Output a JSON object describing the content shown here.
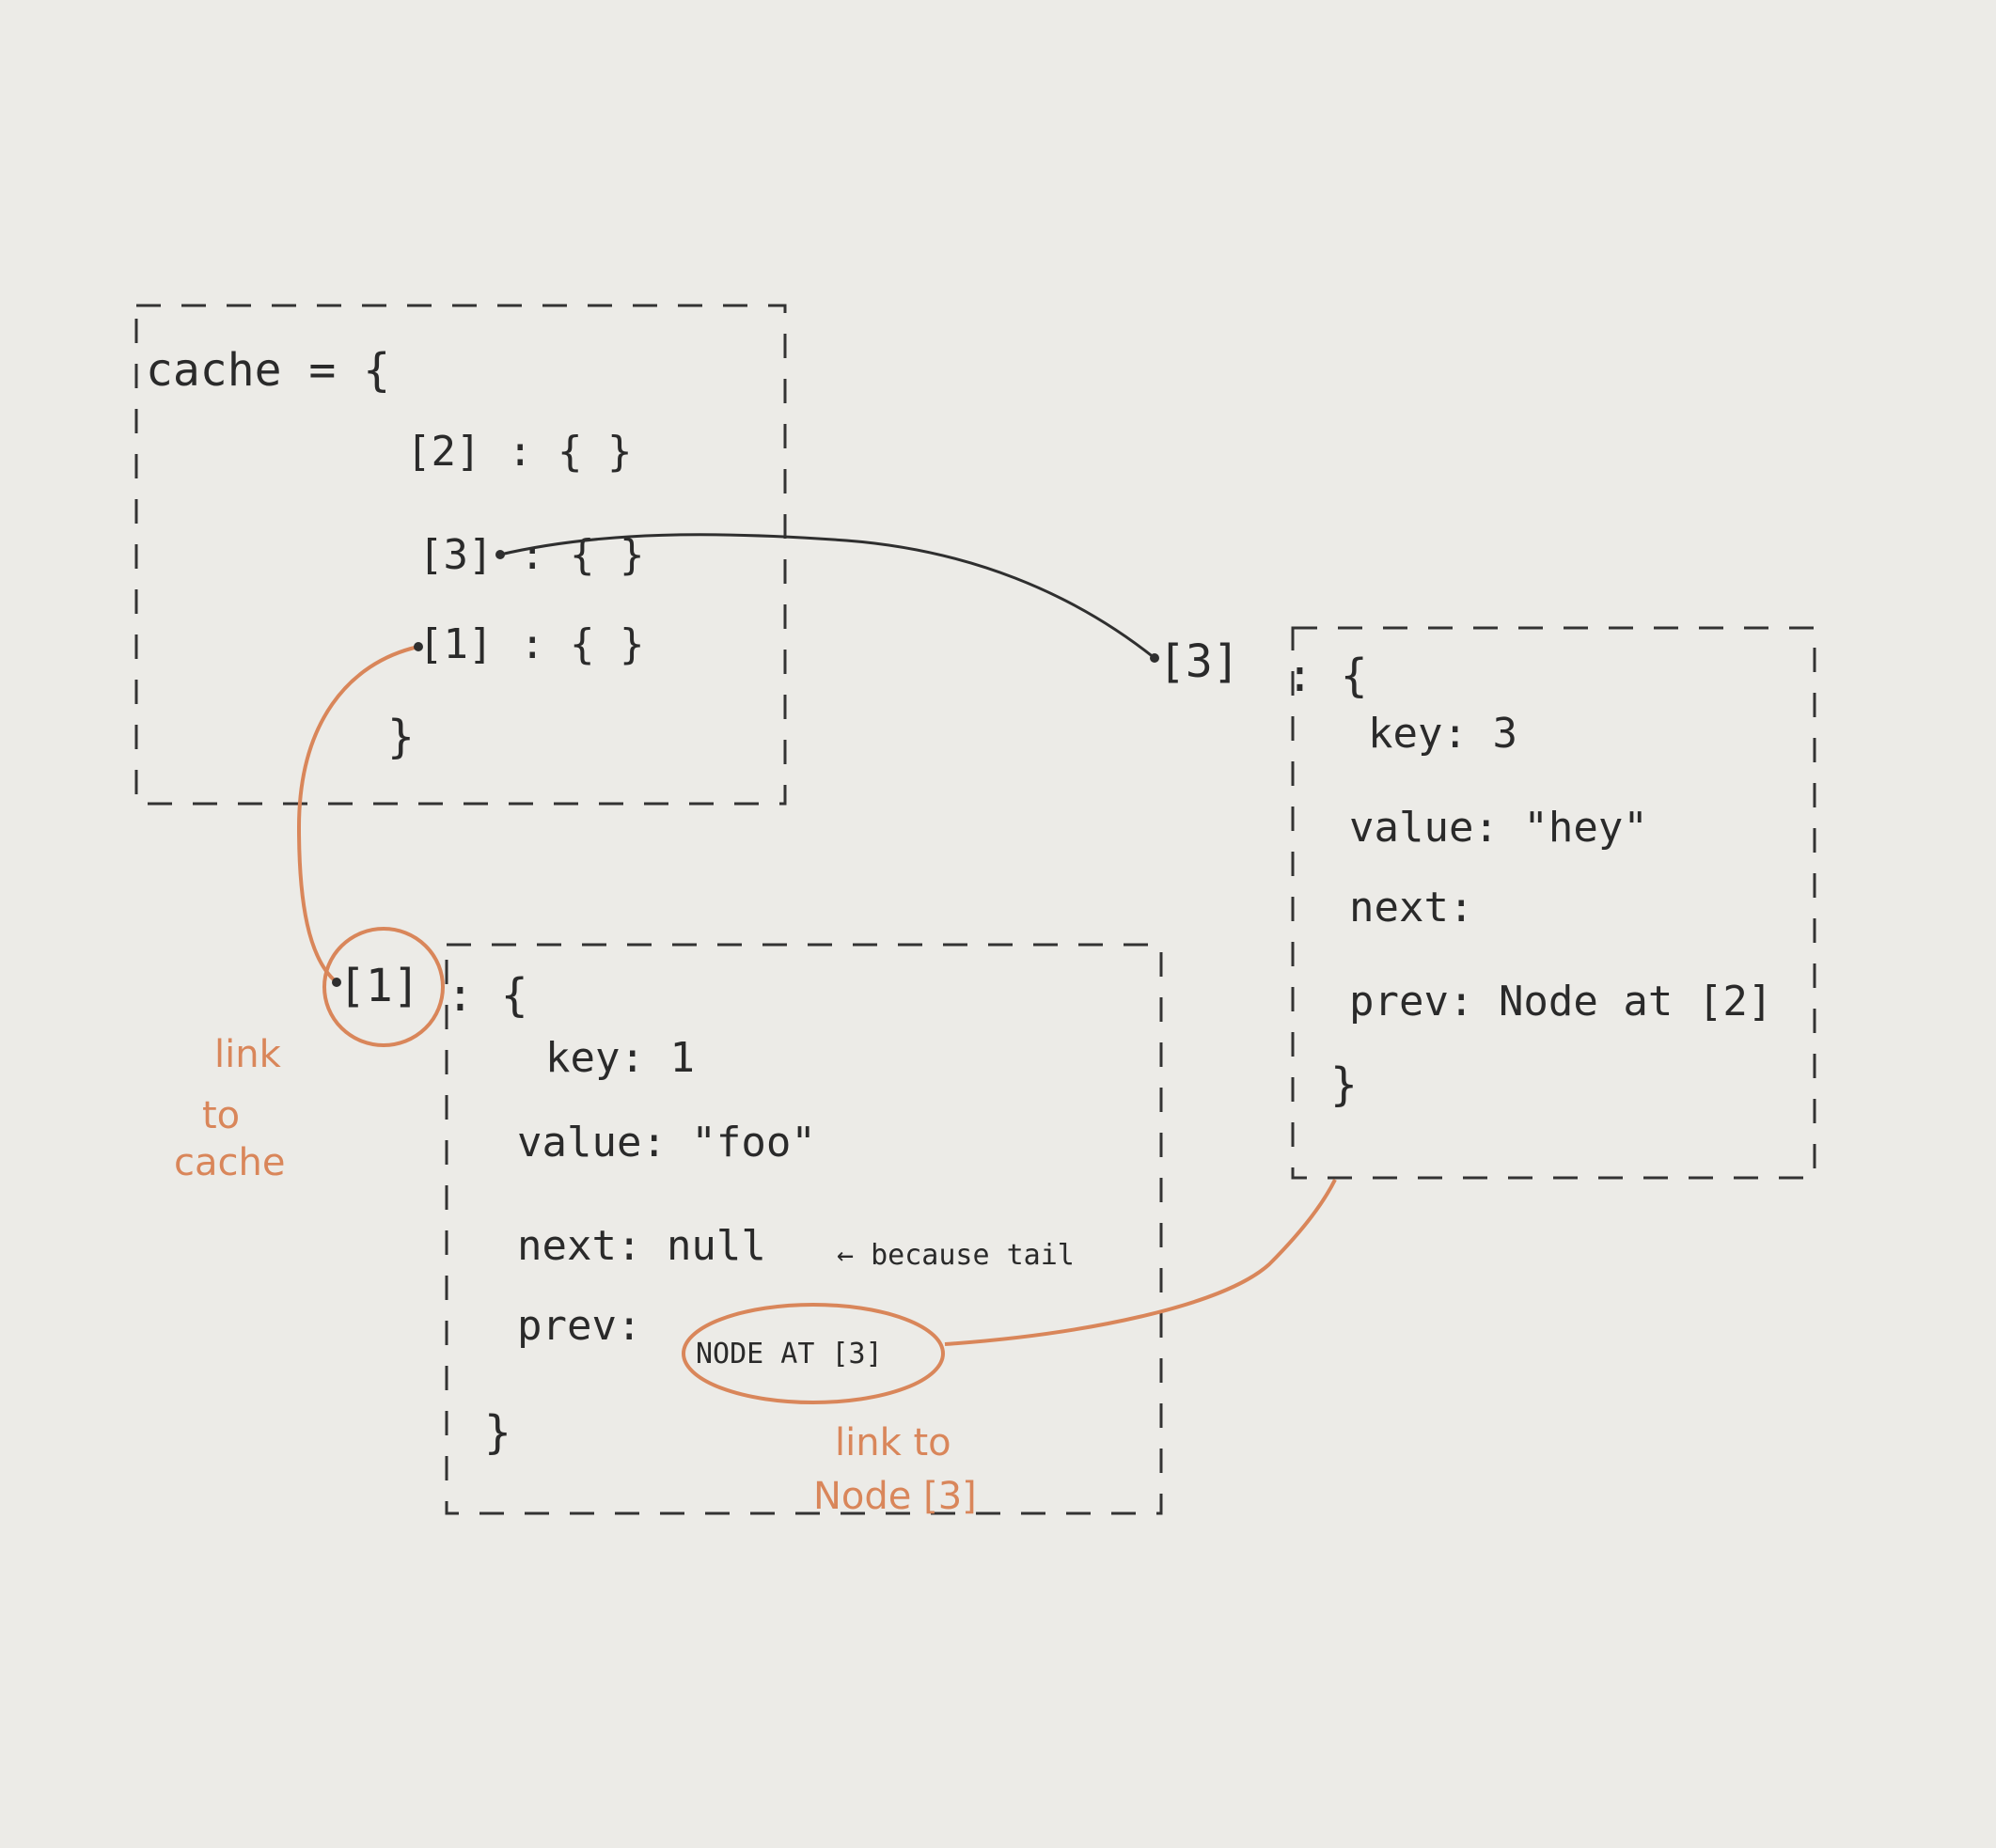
{
  "cache": {
    "header": "cache = {",
    "rows": [
      {
        "key": "[2]",
        "rest": ": {   }"
      },
      {
        "key": "[3]",
        "rest": ": {   }"
      },
      {
        "key": "[1]",
        "rest": ": {   }"
      }
    ],
    "close": "}"
  },
  "node3": {
    "label": "[3]",
    "open": ": {",
    "fields": [
      "key: 3",
      "value: \"hey\"",
      "next:",
      "prev: Node at [2]"
    ],
    "close": "}"
  },
  "node1": {
    "label": "[1]",
    "open": ": {",
    "fields": [
      "key: 1",
      "value: \"foo\"",
      "next: null",
      "prev:"
    ],
    "tail_note": "← because tail",
    "prev_ref": "NODE AT [3]",
    "close": "}"
  },
  "annotations": {
    "link_to_cache": [
      "link",
      "to",
      "cache"
    ],
    "link_to_node": [
      "link to",
      "Node [3]"
    ]
  },
  "colors": {
    "ink": "#2a2a2a",
    "annotation": "#d9865a",
    "paper": "#ecebe7"
  }
}
